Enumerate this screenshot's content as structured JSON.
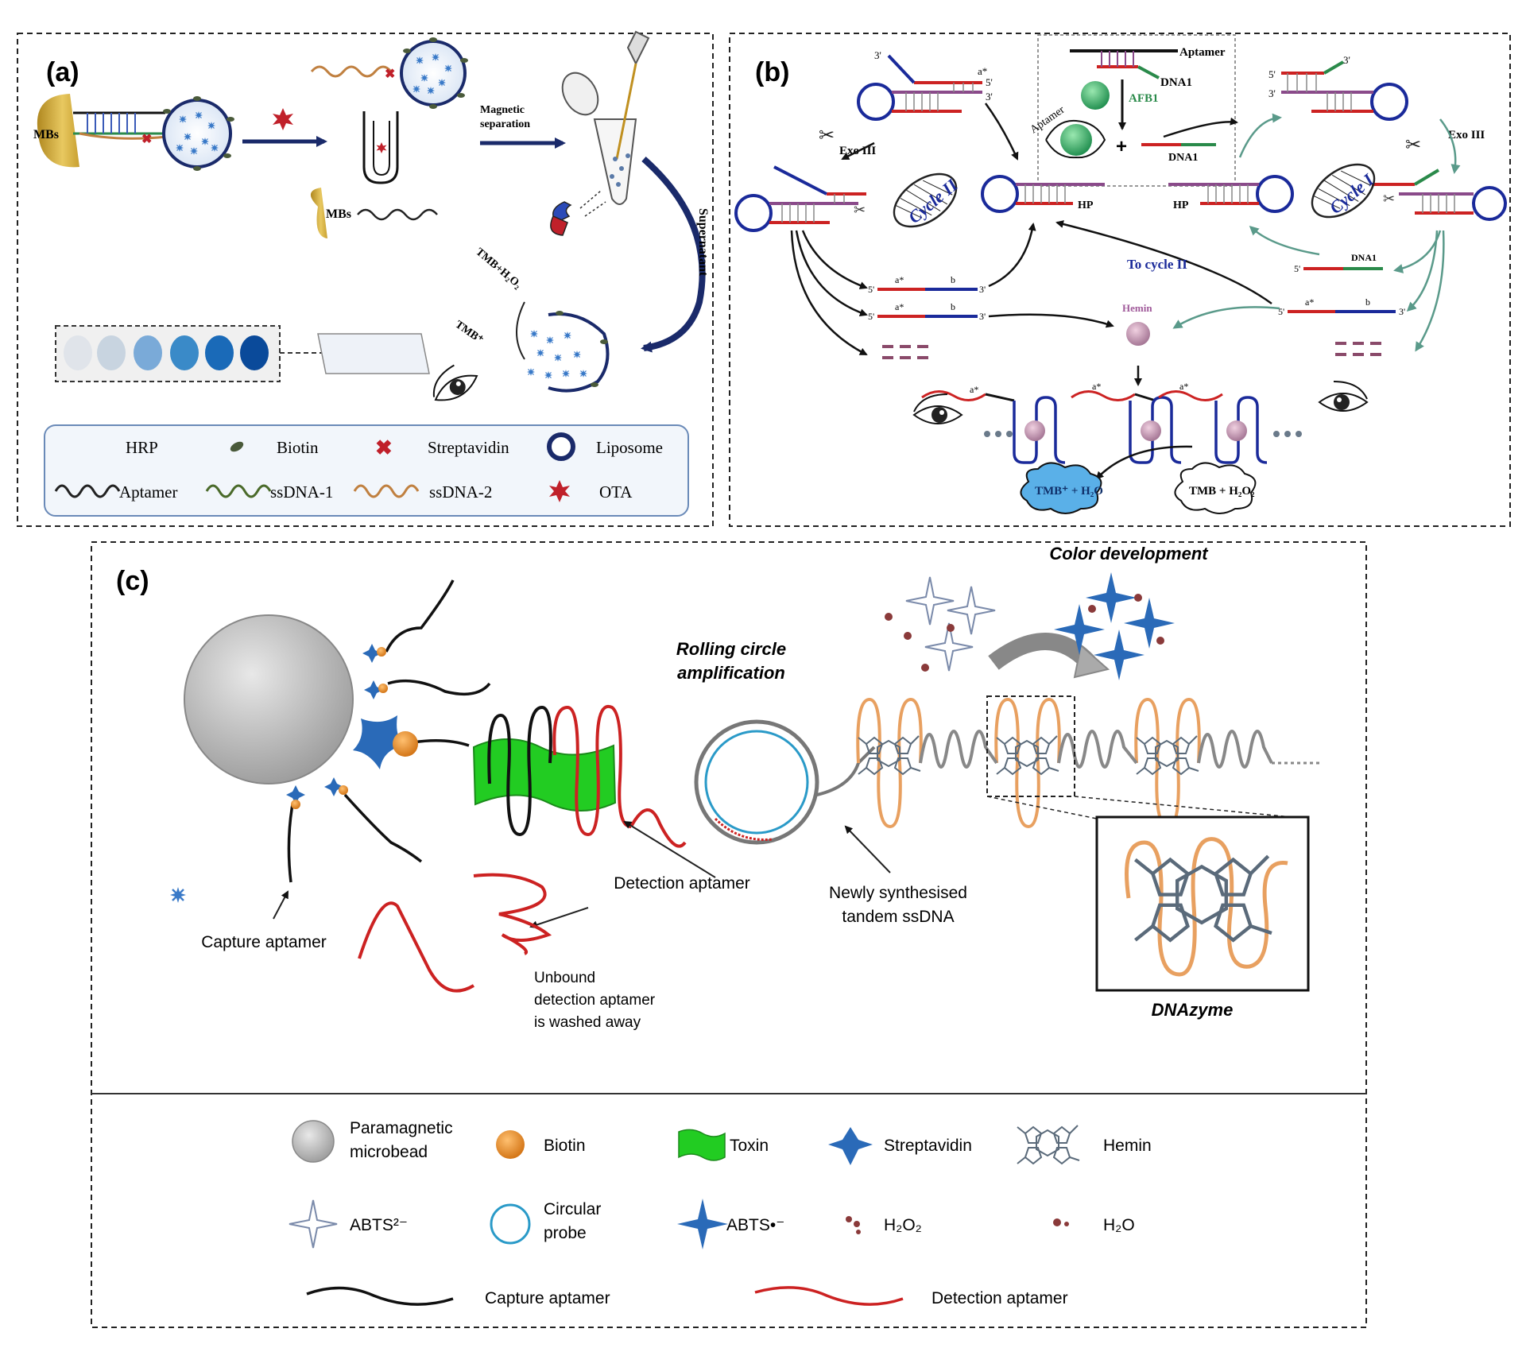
{
  "panel_a": {
    "label": "(a)",
    "mbs_label": "MBs",
    "magnetic_separation": "Magnetic\nseparation",
    "supernatant": "Supernatant",
    "tmb_h2o2": "TMB+H₂O₂",
    "tmb_ox": "TMB⁺",
    "legend": {
      "hrp": "HRP",
      "biotin": "Biotin",
      "streptavidin": "Streptavidin",
      "liposome": "Liposome",
      "aptamer": "Aptamer",
      "ssdna1": "ssDNA-1",
      "ssdna2": "ssDNA-2",
      "ota": "OTA"
    }
  },
  "panel_b": {
    "label": "(b)",
    "aptamer": "Aptamer",
    "dna1": "DNA1",
    "afb1": "AFB1",
    "exo_iii": "Exo III",
    "cycle_i": "Cycle I",
    "cycle_ii": "Cycle II",
    "hp": "HP",
    "to_cycle_ii": "To cycle II",
    "hemin": "Hemin",
    "tmb_ox_h2o": "TMB⁺ + H₂O",
    "tmb_h2o2": "TMB + H₂O₂",
    "a": "a",
    "a_star": "a*",
    "b": "b",
    "five_prime": "5'",
    "three_prime": "3'"
  },
  "panel_c": {
    "label": "(c)",
    "color_development": "Color development",
    "rolling_circle": "Rolling circle\namplification",
    "detection_aptamer": "Detection aptamer",
    "newly_synthesised": "Newly synthesised\ntandem ssDNA",
    "capture_aptamer": "Capture aptamer",
    "unbound": "Unbound\ndetection aptamer\nis washed away",
    "dnazyme": "DNAzyme",
    "legend": {
      "microbead": "Paramagnetic\nmicrobead",
      "biotin": "Biotin",
      "toxin": "Toxin",
      "streptavidin": "Streptavidin",
      "hemin": "Hemin",
      "abts2": "ABTS²⁻",
      "circular_probe": "Circular\nprobe",
      "abts_rad": "ABTS•⁻",
      "h2o2": "H₂O₂",
      "h2o": "H₂O",
      "capture_aptamer": "Capture  aptamer",
      "detection_aptamer": "Detection aptamer"
    }
  },
  "colors": {
    "red_strand": "#cc2222",
    "blue_strand": "#1a2a9a",
    "purple_strand": "#8a4a8a",
    "green_strand": "#2a8a4a",
    "toxin_green": "#22cc22",
    "orange_dna": "#e8a060",
    "bead_gray": "#b8b8b8",
    "streptavidin_blue": "#2a6ab8",
    "biotin_orange": "#f09030",
    "teal_arrow": "#5a9a8a",
    "hrp_blue": "#3a7ac8"
  }
}
